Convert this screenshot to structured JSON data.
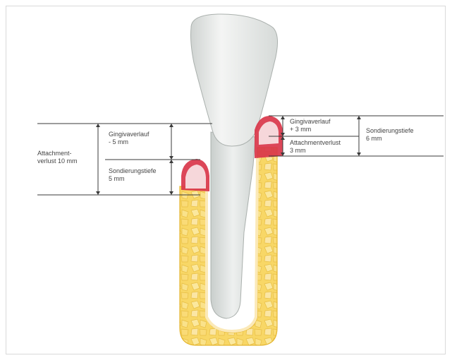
{
  "labels": {
    "attachment_loss_left": [
      "Attachment-",
      "verlust 10 mm"
    ],
    "gingiva_left": [
      "Gingivaverlauf",
      "- 5 mm"
    ],
    "probing_left": [
      "Sondierungstiefe",
      "5 mm"
    ],
    "gingiva_right": [
      "Gingivaverlauf",
      "+ 3 mm"
    ],
    "attachment_loss_right": [
      "Attachmentverlust",
      "3 mm"
    ],
    "probing_right": [
      "Sondierungstiefe",
      "6 mm"
    ]
  },
  "colors": {
    "bone": "#f7d35b",
    "bone_light": "#fbe79a",
    "bone_outline": "#e4b52f",
    "tooth": "#e9ebea",
    "tooth_outline": "#aab0ad",
    "gingiva": "#d9364a",
    "gingiva_light": "#f6d7da",
    "lines": "#3a3a3a"
  }
}
